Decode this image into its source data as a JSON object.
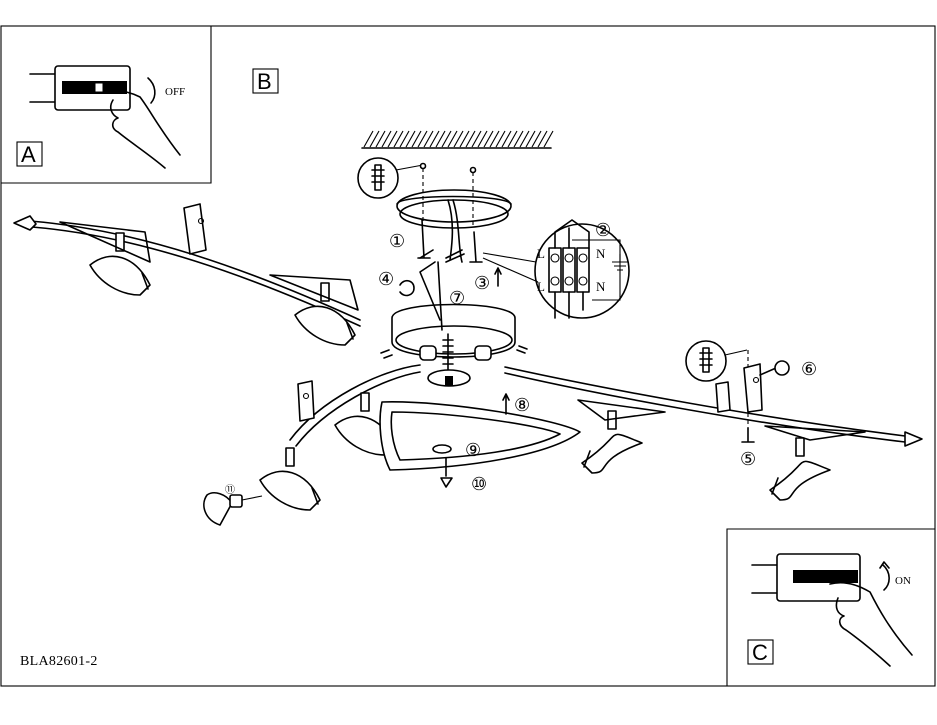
{
  "document": {
    "model_code": "BLA82601-2",
    "colors": {
      "line": "#000000",
      "background": "#ffffff"
    }
  },
  "panels": {
    "A": {
      "letter": "A",
      "switch_label": "OFF",
      "step": "switch-off-breaker"
    },
    "B": {
      "letter": "B",
      "step": "mounting"
    },
    "C": {
      "letter": "C",
      "switch_label": "ON",
      "step": "switch-on-breaker"
    }
  },
  "wiring": {
    "terminal_labels": [
      "L",
      "N",
      "L",
      "N"
    ],
    "ground_symbol": "earth-ground-icon"
  },
  "callouts": [
    "①",
    "②",
    "③",
    "④",
    "⑤",
    "⑥",
    "⑦",
    "⑧",
    "⑨",
    "⑩",
    "⑪"
  ]
}
